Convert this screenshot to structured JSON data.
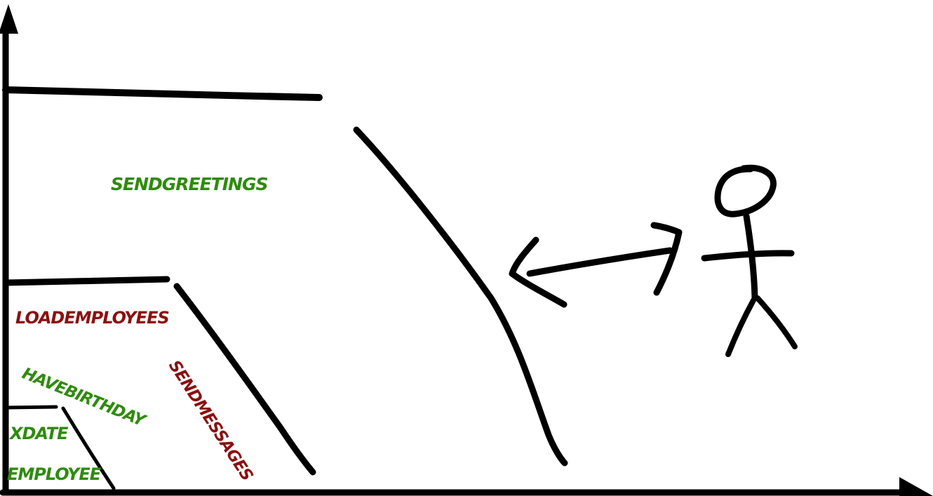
{
  "diagram": {
    "labels": {
      "send_greetings": "SENDGREETINGS",
      "load_employees": "LOADEMPLOYEES",
      "have_birthday": "HAVEBIRTHDAY",
      "send_messages": "SENDMESSAGES",
      "xdate": "XDATE",
      "employee": "EMPLOYEE"
    },
    "colors": {
      "green": "#2e8b0e",
      "dark_red": "#8b1010",
      "ink": "#000000"
    }
  }
}
